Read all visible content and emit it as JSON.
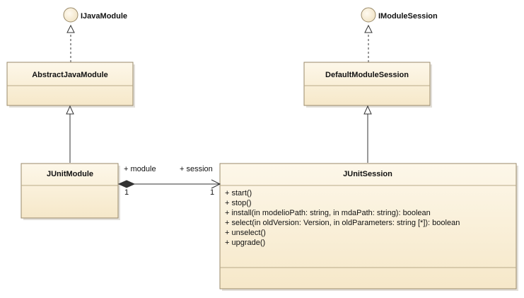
{
  "interfaces": {
    "ijavamodule": {
      "name": "IJavaModule"
    },
    "imodulesession": {
      "name": "IModuleSession"
    }
  },
  "classes": {
    "abstractjavamodule": {
      "name": "AbstractJavaModule"
    },
    "defaultmodulesession": {
      "name": "DefaultModuleSession"
    },
    "junitmodule": {
      "name": "JUnitModule"
    },
    "junitsession": {
      "name": "JUnitSession",
      "operations": [
        "+ start()",
        "+ stop()",
        "+ install(in modelioPath: string, in mdaPath: string): boolean",
        "+ select(in oldVersion: Version, in oldParameters: string [*]): boolean",
        "+ unselect()",
        "+ upgrade()"
      ]
    }
  },
  "association": {
    "source_role": "+ module",
    "source_multiplicity": "1",
    "target_role": "+ session",
    "target_multiplicity": "1"
  },
  "colors": {
    "box_fill_top": "#fdf6e6",
    "box_fill_bottom": "#f5e6c6",
    "box_border": "#9a8a6a"
  }
}
